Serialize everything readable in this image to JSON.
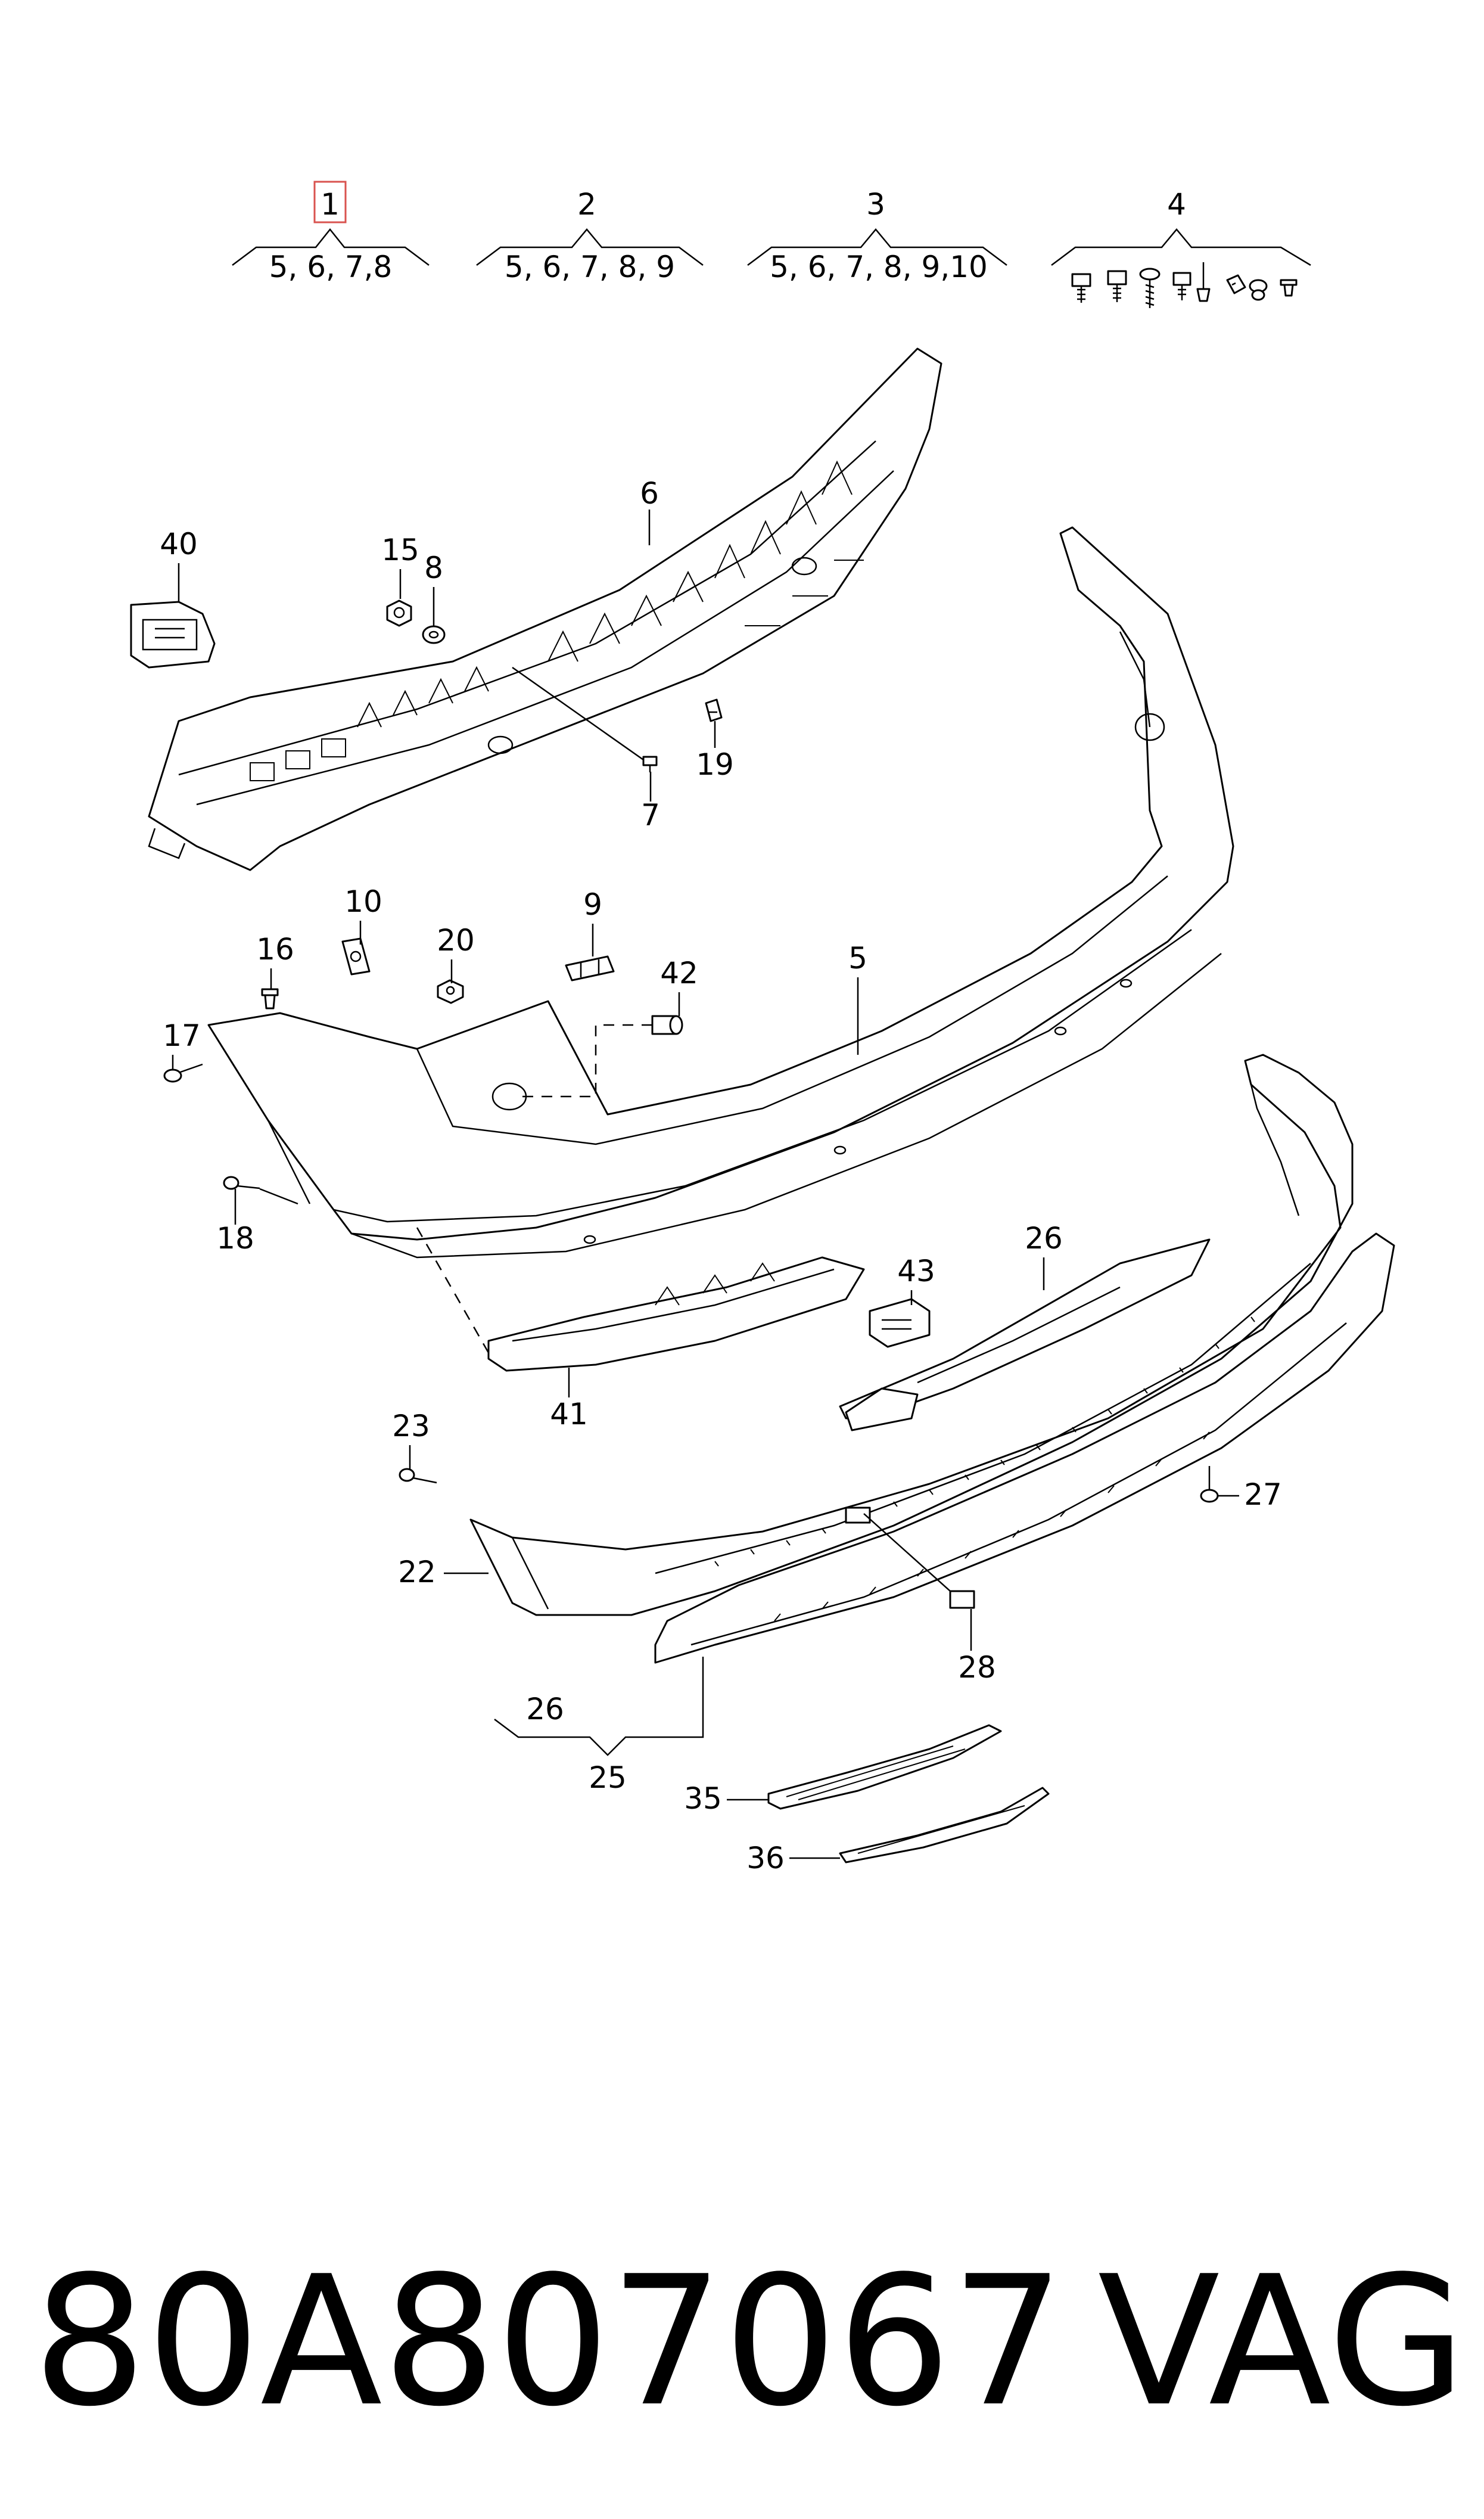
{
  "groups": [
    {
      "id": "1",
      "contents": "5, 6, 7,8",
      "highlighted": true
    },
    {
      "id": "2",
      "contents": "5, 6, 7, 8, 9"
    },
    {
      "id": "3",
      "contents": "5, 6, 7, 8, 9,10"
    },
    {
      "id": "4",
      "contents": ""
    }
  ],
  "callouts": {
    "c5": "5",
    "c6": "6",
    "c7": "7",
    "c8": "8",
    "c9": "9",
    "c10": "10",
    "c15": "15",
    "c16": "16",
    "c17": "17",
    "c18": "18",
    "c19": "19",
    "c20": "20",
    "c22": "22",
    "c23": "23",
    "c26a": "26",
    "c26b": "26",
    "c27": "27",
    "c28": "28",
    "c25": "25",
    "c35": "35",
    "c36": "36",
    "c40": "40",
    "c41": "41",
    "c42": "42",
    "c43": "43"
  },
  "footer": {
    "part_number": "80A807067",
    "brand": "VAG"
  },
  "colors": {
    "line": "#000000",
    "background": "#ffffff",
    "highlight_box": "#d9534f"
  }
}
